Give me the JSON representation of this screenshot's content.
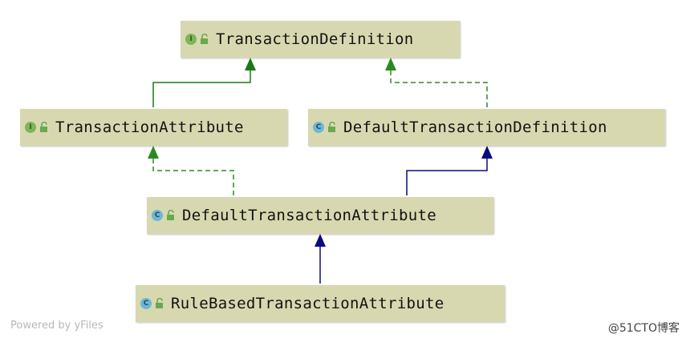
{
  "nodes": {
    "transaction_definition": {
      "kind": "I",
      "label": "TransactionDefinition"
    },
    "transaction_attribute": {
      "kind": "I",
      "label": "TransactionAttribute"
    },
    "default_transaction_definition": {
      "kind": "C",
      "label": "DefaultTransactionDefinition"
    },
    "default_transaction_attribute": {
      "kind": "C",
      "label": "DefaultTransactionAttribute"
    },
    "rule_based_transaction_attribute": {
      "kind": "C",
      "label": "RuleBasedTransactionAttribute"
    }
  },
  "edges": [
    {
      "from": "TransactionAttribute",
      "to": "TransactionDefinition",
      "style": "solid",
      "color": "#1a7a12"
    },
    {
      "from": "DefaultTransactionDefinition",
      "to": "TransactionDefinition",
      "style": "dashed",
      "color": "#2a8a22"
    },
    {
      "from": "DefaultTransactionAttribute",
      "to": "TransactionAttribute",
      "style": "dashed",
      "color": "#2a8a22"
    },
    {
      "from": "DefaultTransactionAttribute",
      "to": "DefaultTransactionDefinition",
      "style": "solid",
      "color": "#0a0a80"
    },
    {
      "from": "RuleBasedTransactionAttribute",
      "to": "DefaultTransactionAttribute",
      "style": "solid",
      "color": "#0a0a80"
    }
  ],
  "colors": {
    "node_fill": "#d8d8b0",
    "interface_badge": "#7fb45a",
    "class_badge": "#6fb6d6",
    "lock": "#6aa84f"
  },
  "footer": {
    "powered_by": "Powered by yFiles",
    "watermark": "@51CTO博客"
  }
}
